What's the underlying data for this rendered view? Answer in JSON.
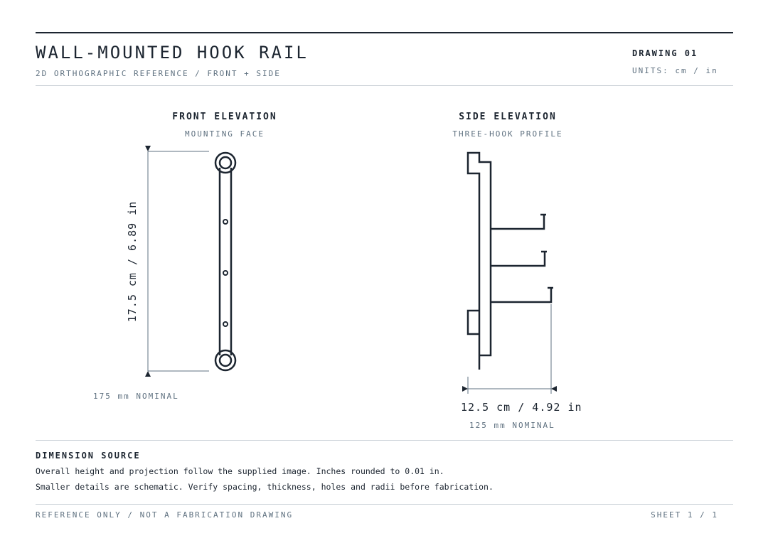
{
  "header": {
    "title": "WALL-MOUNTED HOOK RAIL",
    "subtitle": "2D ORTHOGRAPHIC REFERENCE / FRONT + SIDE",
    "drawing_number": "DRAWING 01",
    "units": "UNITS: cm / in"
  },
  "front_view": {
    "title": "FRONT ELEVATION",
    "subtitle": "MOUNTING FACE",
    "height_dimension": "17.5 cm / 6.89 in",
    "nominal": "175 mm NOMINAL"
  },
  "side_view": {
    "title": "SIDE ELEVATION",
    "subtitle": "THREE-HOOK PROFILE",
    "projection_dimension": "12.5 cm / 4.92 in",
    "nominal": "125 mm NOMINAL"
  },
  "dimension_source": {
    "title": "DIMENSION SOURCE",
    "lines": [
      "Overall height and projection follow the supplied image. Inches rounded to 0.01 in.",
      "Smaller details are schematic. Verify spacing, thickness, holes and radii before fabrication."
    ]
  },
  "footer": {
    "left": "REFERENCE ONLY / NOT A FABRICATION DRAWING",
    "right": "SHEET 1 / 1"
  },
  "colors": {
    "ink": "#1c2530",
    "muted": "#5f7180",
    "rule": "#c9d0d6"
  }
}
